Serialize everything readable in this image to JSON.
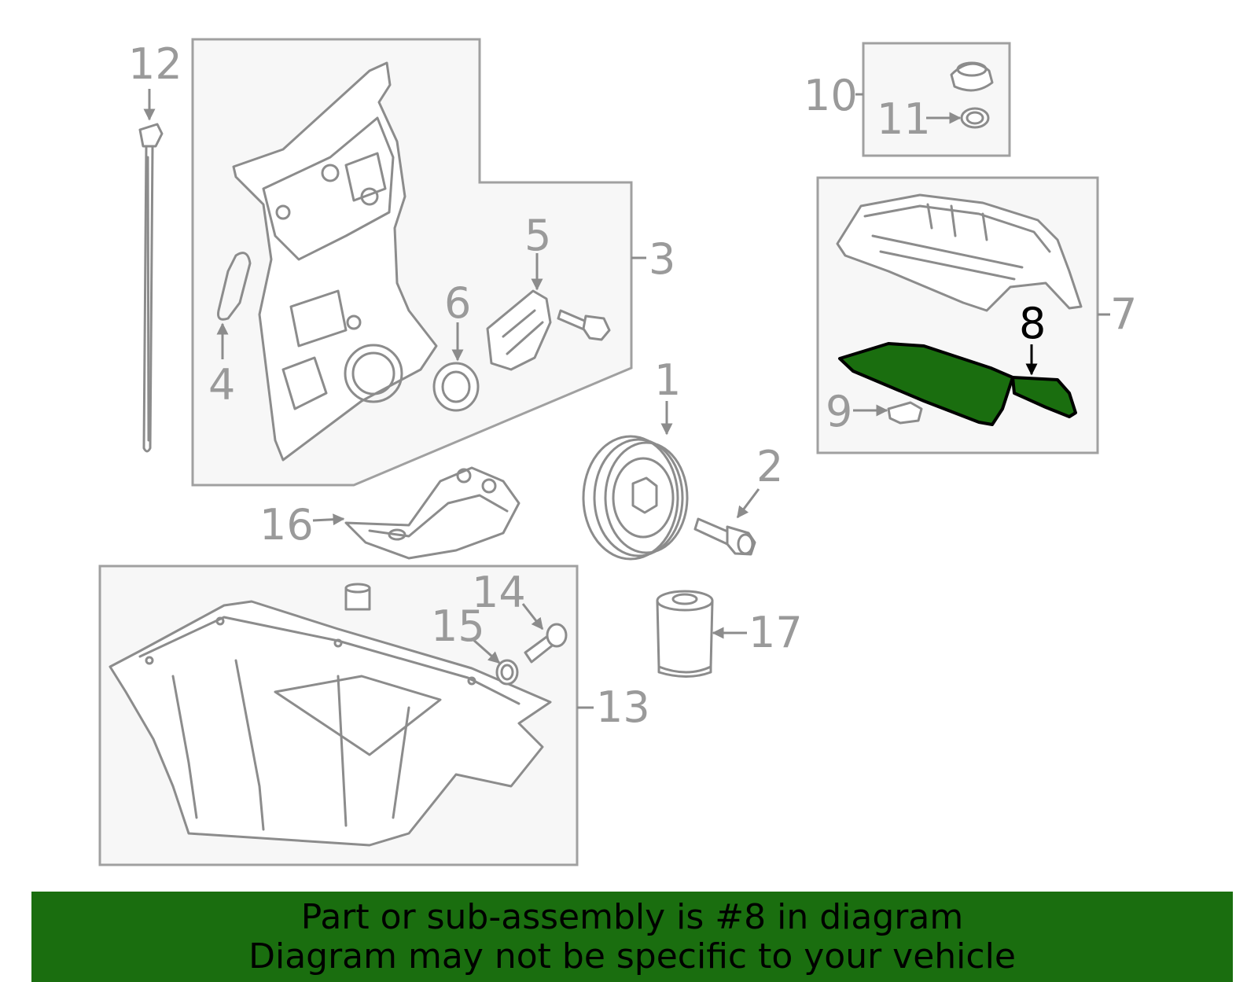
{
  "callouts": {
    "c1": "1",
    "c2": "2",
    "c3": "3",
    "c4": "4",
    "c5": "5",
    "c6": "6",
    "c7": "7",
    "c8": "8",
    "c9": "9",
    "c10": "10",
    "c11": "11",
    "c12": "12",
    "c13": "13",
    "c14": "14",
    "c15": "15",
    "c16": "16",
    "c17": "17"
  },
  "highlight": {
    "part_number": "8",
    "color": "#1a6e0f"
  },
  "banner": {
    "line1": "Part or sub-assembly is #8 in diagram",
    "line2": "Diagram may not be specific to your vehicle",
    "color": "#1a6e0f"
  },
  "colors": {
    "line": "#8c8c8c",
    "box_fill": "#f7f7f7",
    "highlight_fill": "#1a6e0f"
  }
}
